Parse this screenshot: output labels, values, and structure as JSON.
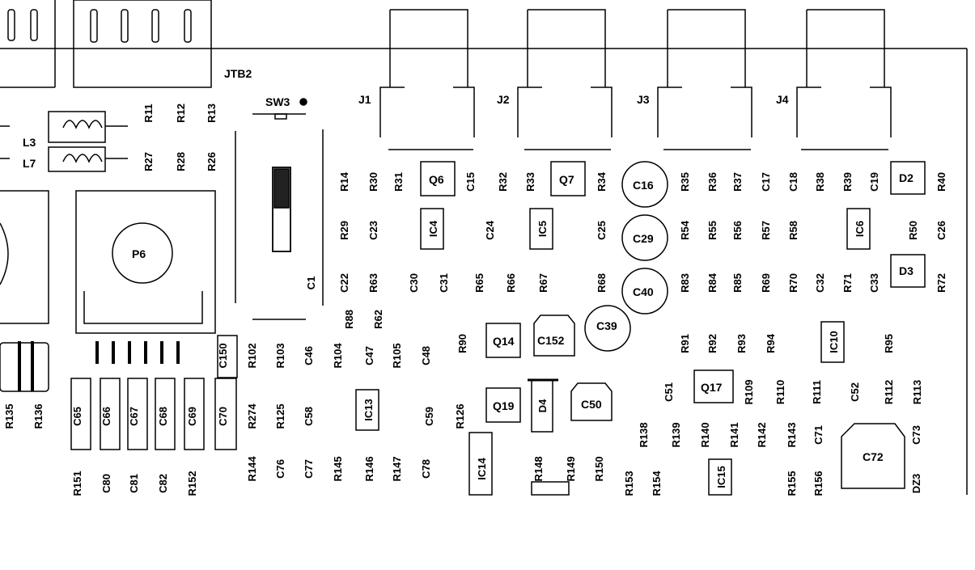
{
  "connectors": {
    "jtb2": "JTB2",
    "jacks": [
      "J1",
      "J2",
      "J3",
      "J4"
    ],
    "switch": "SW3"
  },
  "inductors": [
    "L3",
    "L7"
  ],
  "pot": "P6",
  "transistors": [
    "Q6",
    "Q7",
    "Q14",
    "Q19",
    "Q17"
  ],
  "diodes": [
    "D2",
    "D3",
    "D4",
    "DZ3"
  ],
  "ics": [
    "IC4",
    "IC5",
    "IC6",
    "IC10",
    "IC13",
    "IC14",
    "IC15"
  ],
  "electrolytic_caps": [
    "C16",
    "C29",
    "C40",
    "C39",
    "C152",
    "C50",
    "C72"
  ],
  "labels": {
    "top_res_1": [
      "R11",
      "R12",
      "R13"
    ],
    "top_res_2": [
      "R27",
      "R28",
      "R26"
    ],
    "c1": "C1",
    "row_a": [
      "R14",
      "R30",
      "R31",
      "C15",
      "R32",
      "R33",
      "R34",
      "R35",
      "R36",
      "R37",
      "C17",
      "C18",
      "R38",
      "R39",
      "C19",
      "R40"
    ],
    "row_b": [
      "R29",
      "C23",
      "C24",
      "C25",
      "R54",
      "R55",
      "R56",
      "R57",
      "R58",
      "R50",
      "C26"
    ],
    "row_c": [
      "C22",
      "R63",
      "C30",
      "C31",
      "R65",
      "R66",
      "R67",
      "R68",
      "R83",
      "R84",
      "R85",
      "R69",
      "R70",
      "C32",
      "R71",
      "C33",
      "R72"
    ],
    "row_d": [
      "R88",
      "R62",
      "R90",
      "R91",
      "R92",
      "R93",
      "R94",
      "R95"
    ],
    "row_e": [
      "C150",
      "R102",
      "R103",
      "C46",
      "R104",
      "C47",
      "R105",
      "C48"
    ],
    "row_f": [
      "R135",
      "R136",
      "C65",
      "C66",
      "C67",
      "C68",
      "C69",
      "C70",
      "R274",
      "R125",
      "C58",
      "C59",
      "R126",
      "C51",
      "R109",
      "R110",
      "R111",
      "C52",
      "R112",
      "R113"
    ],
    "row_g": [
      "R144",
      "C76",
      "C77",
      "R145",
      "R146",
      "R147",
      "C78",
      "R148",
      "R149",
      "R150",
      "R138",
      "R139",
      "R140",
      "R141",
      "R142",
      "R143",
      "C71",
      "C73"
    ],
    "row_h": [
      "R151",
      "C80",
      "C81",
      "C82",
      "R152",
      "R153",
      "R154",
      "R155",
      "R156"
    ]
  }
}
